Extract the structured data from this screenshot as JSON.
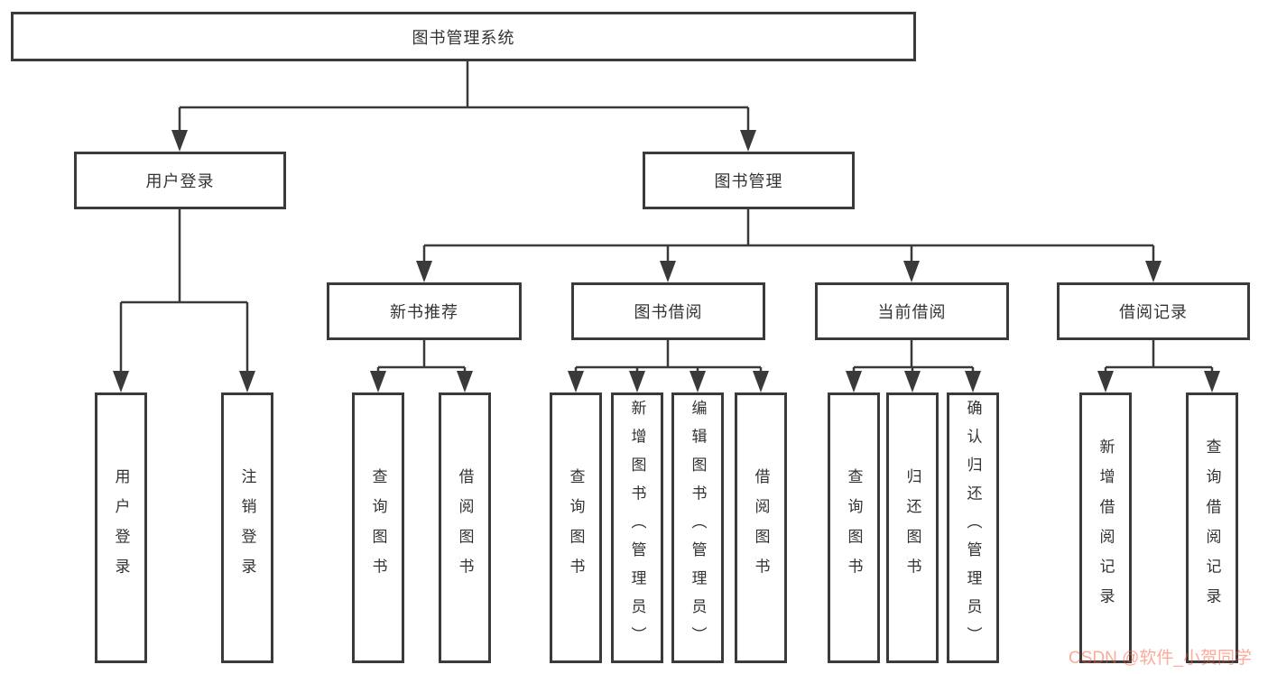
{
  "tree": {
    "label": "图书管理系统",
    "children": [
      {
        "label": "用户登录",
        "children": [
          {
            "label": "用户登录"
          },
          {
            "label": "注销登录"
          }
        ]
      },
      {
        "label": "图书管理",
        "children": [
          {
            "label": "新书推荐",
            "children": [
              {
                "label": "查询图书"
              },
              {
                "label": "借阅图书"
              }
            ]
          },
          {
            "label": "图书借阅",
            "children": [
              {
                "label": "查询图书"
              },
              {
                "label": "新增图书（管理员）"
              },
              {
                "label": "编辑图书（管理员）"
              },
              {
                "label": "借阅图书"
              }
            ]
          },
          {
            "label": "当前借阅",
            "children": [
              {
                "label": "查询图书"
              },
              {
                "label": "归还图书"
              },
              {
                "label": "确认归还（管理员）"
              }
            ]
          },
          {
            "label": "借阅记录",
            "children": [
              {
                "label": "新增借阅记录"
              },
              {
                "label": "查询借阅记录"
              }
            ]
          }
        ]
      }
    ]
  },
  "watermark": {
    "text": "CSDN @软件_小贺同学",
    "color": "#fc5531"
  },
  "colors": {
    "line": "#3a3a3a",
    "box_border": "#3a3a3a",
    "text": "#333333",
    "background": "#ffffff"
  }
}
